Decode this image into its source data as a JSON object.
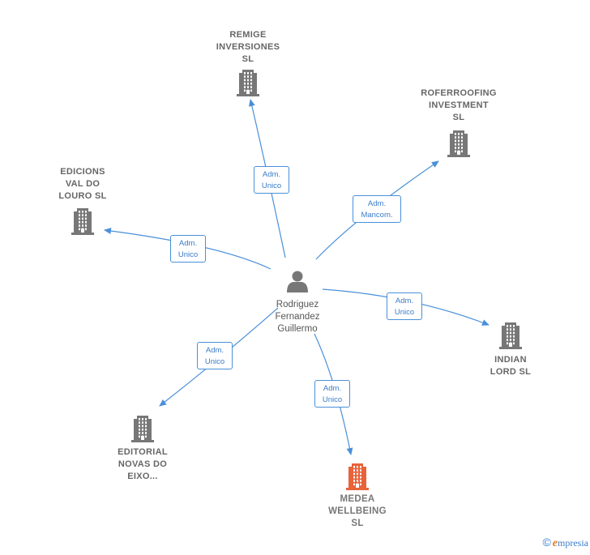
{
  "center": {
    "name_lines": [
      "Rodriguez",
      "Fernandez",
      "Guillermo"
    ],
    "icon": "person-icon"
  },
  "companies": [
    {
      "id": "remige",
      "name_lines": [
        "REMIGE",
        "INVERSIONES",
        "SL"
      ],
      "icon": "building-icon",
      "color": "#777777",
      "highlight": false
    },
    {
      "id": "roferroofing",
      "name_lines": [
        "ROFERROOFING",
        "INVESTMENT",
        "SL"
      ],
      "icon": "building-icon",
      "color": "#777777",
      "highlight": false
    },
    {
      "id": "edicions",
      "name_lines": [
        "EDICIONS",
        "VAL DO",
        "LOURO SL"
      ],
      "icon": "building-icon",
      "color": "#777777",
      "highlight": false
    },
    {
      "id": "indian",
      "name_lines": [
        "INDIAN",
        "LORD  SL"
      ],
      "icon": "building-icon",
      "color": "#777777",
      "highlight": false
    },
    {
      "id": "editorial",
      "name_lines": [
        "EDITORIAL",
        "NOVAS DO",
        "EIXO..."
      ],
      "icon": "building-icon",
      "color": "#777777",
      "highlight": false
    },
    {
      "id": "medea",
      "name_lines": [
        "MEDEA",
        "WELLBEING",
        "SL"
      ],
      "icon": "building-icon",
      "color": "#e8623a",
      "highlight": true
    }
  ],
  "edges": [
    {
      "to": "remige",
      "role_lines": [
        "Adm.",
        "Unico"
      ]
    },
    {
      "to": "roferroofing",
      "role_lines": [
        "Adm.",
        "Mancom."
      ]
    },
    {
      "to": "edicions",
      "role_lines": [
        "Adm.",
        "Unico"
      ]
    },
    {
      "to": "indian",
      "role_lines": [
        "Adm.",
        "Unico"
      ]
    },
    {
      "to": "editorial",
      "role_lines": [
        "Adm.",
        "Unico"
      ]
    },
    {
      "to": "medea",
      "role_lines": [
        "Adm.",
        "Unico"
      ]
    }
  ],
  "colors": {
    "edge": "#4a90d9",
    "building": "#777777",
    "highlight": "#e8623a",
    "person": "#777777"
  },
  "footer": {
    "copyright": "©",
    "brand_initial": "e",
    "brand_rest": "mpresia"
  }
}
